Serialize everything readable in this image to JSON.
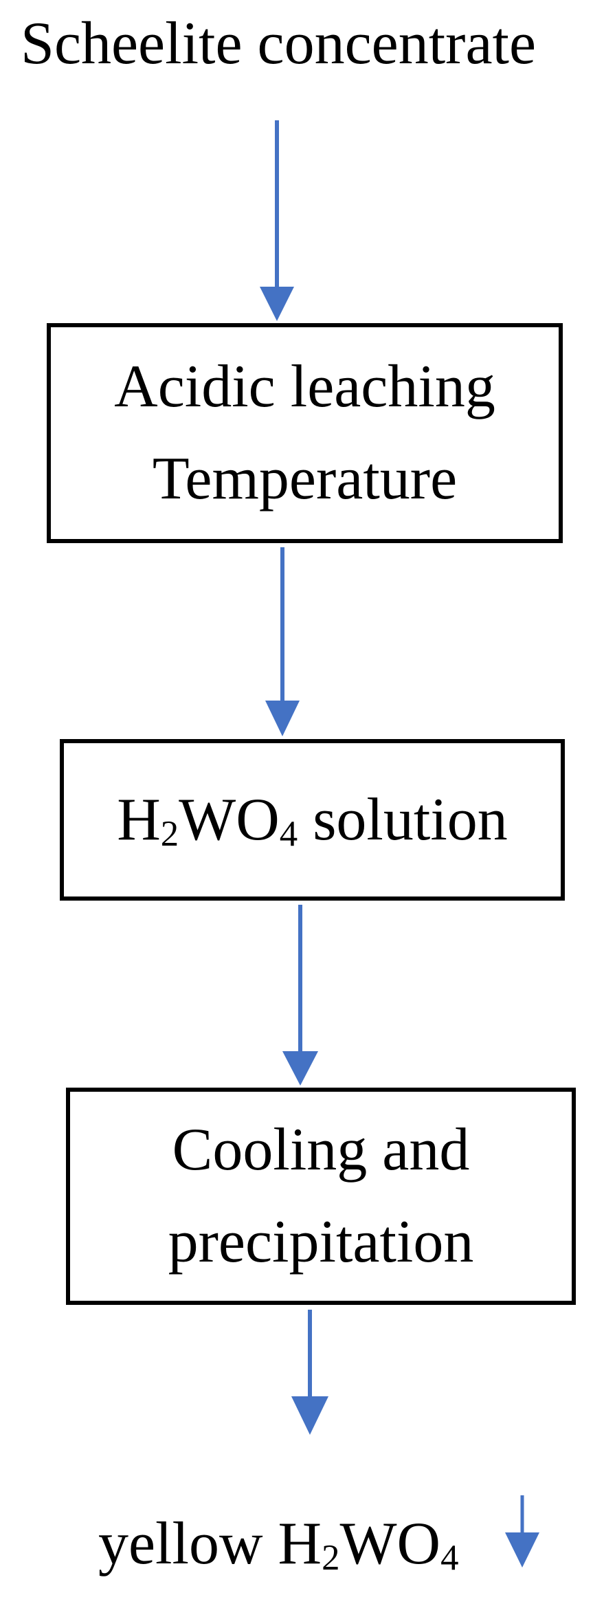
{
  "colors": {
    "arrow": "#4472C4",
    "ink": "#000000",
    "background": "#FFFFFF"
  },
  "flow": {
    "source_label": "Scheelite concentrate",
    "step1": {
      "line1": "Acidic leaching",
      "line2": "Temperature"
    },
    "step2": {
      "part1": "H",
      "sub1": "2",
      "part2": "WO",
      "sub2": "4",
      "part3": " solution"
    },
    "step3": {
      "line1": "Cooling and",
      "line2": "precipitation"
    },
    "product": {
      "part1": "yellow H",
      "sub1": "2",
      "part2": "WO",
      "sub2": "4"
    }
  }
}
